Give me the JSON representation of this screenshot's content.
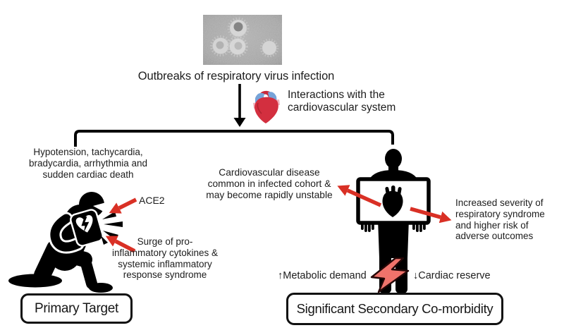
{
  "figure": {
    "title": "Outbreaks of respiratory virus infection",
    "interaction_note": "Interactions with the\ncardiovascular system"
  },
  "left_branch": {
    "symptoms_note": "Hypotension, tachycardia,\nbradycardia, arrhythmia and\nsudden cardiac death",
    "ace2_label": "ACE2",
    "surge_note": "Surge of pro-\ninflammatory cytokines &\nsystemic inflammatory\nresponse syndrome",
    "box_label": "Primary Target"
  },
  "right_branch": {
    "cvd_note": "Cardiovascular disease\ncommon in infected cohort &\nmay become rapidly unstable",
    "severity_note": "Increased severity of\nrespiratory syndrome\nand higher risk of\nadverse outcomes",
    "metabolic_symbol": "↑",
    "metabolic_label": "Metabolic demand",
    "cardiac_symbol": "↓",
    "cardiac_label": "Cardiac reserve",
    "box_label": "Significant Secondary Co-morbidity"
  },
  "icons": {
    "virus_image": "coronavirus-electron-micrograph",
    "heart": "anatomical-heart-icon",
    "lightning": "lightning-bolt-icon",
    "down_arrow": "down-arrow",
    "bracket": "branch-bracket",
    "kneeling_person": "kneeling-coughing-person",
    "standing_person": "standing-person-chest-xray"
  },
  "colors": {
    "arrow_red": "#d93025",
    "bolt_fill": "#f0736b",
    "ink": "#1d1d1d"
  }
}
